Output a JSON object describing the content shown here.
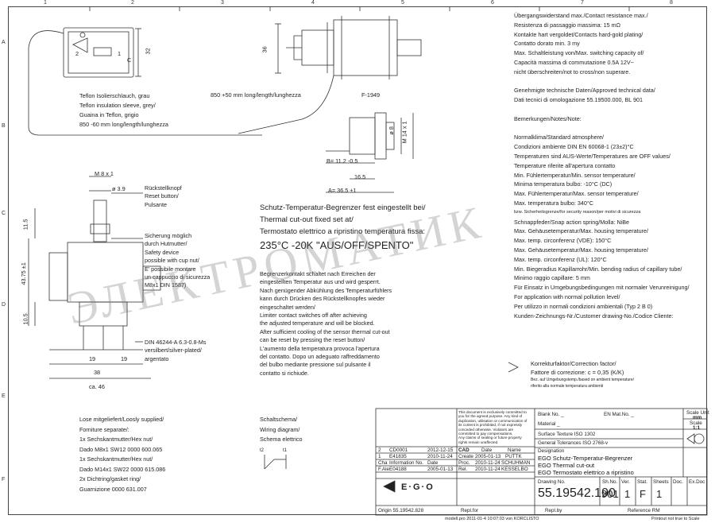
{
  "grid": {
    "columns": [
      "1",
      "2",
      "3",
      "4",
      "5",
      "6",
      "7",
      "8"
    ],
    "rows": [
      "A",
      "B",
      "C",
      "D",
      "E",
      "F"
    ]
  },
  "left_top": {
    "sleeve_de": "Teflon Isolierschlauch, grau",
    "sleeve_en": "Teflon insulation sleeve, grey/",
    "sleeve_it": "Guaina in Teflon, grigio",
    "sleeve_len": "850 -60 mm long/length/lunghezza",
    "dim_32": "32",
    "label_2": "2",
    "label_1": "1",
    "label_c": "C"
  },
  "center_top": {
    "cap_len": "850 +50  mm long/length/lunghezza",
    "part_ref": "F-1949",
    "dim_36": "36",
    "dim_b": "B= 11.2 -0.5",
    "dim_165": "16.5",
    "dim_a": "A= 36.5 ±1",
    "dim_8": "ø 8",
    "dim_m14": "M 14 x 1"
  },
  "left_mid": {
    "m8": "M 8 x 1",
    "d39": "ø 3.9",
    "dim_115": "11.5",
    "dim_4375": "43.75 ±1",
    "dim_105": "10.5",
    "dim_19a": "19",
    "dim_19b": "19",
    "dim_38": "38",
    "dim_46": "ca. 46",
    "reset": [
      "Rückstellknopf",
      "Reset button/",
      "Pulsante"
    ],
    "cap": [
      "Sicherung möglich",
      "durch Hutmutter/",
      "Safety device",
      "possible with cup nut/",
      "E' possibile montare",
      "un cappuccio di sicurezza",
      "M8x1 DIN 1587)"
    ],
    "term": [
      "DIN 46244-A 6.3-0.8-Ms",
      "versilbert/silver-plated/",
      "argentato"
    ]
  },
  "title_block_text": {
    "line1": "Schutz-Temperatur-Begrenzer fest eingestellt bei/",
    "line2": "Thermal cut-out fixed set at/",
    "line3": "Termostato elettrico a ripristino temperatura fissa:",
    "setting": "235°C -20K \"AUS/OFF/SPENTO\"",
    "desc": [
      "Begrenzerkontakt schaltet nach Erreichen der",
      "eingestellten Temperatur aus und wird gesperrt.",
      "Nach genügender Abkühlung des Temperaturfühlers",
      "kann durch Drücken des Rückstellknopfes wieder",
      "eingeschaltet werden/",
      "Limiter contact switches off after achieving",
      "the adjusted temperature and will be blocked.",
      "After sufficient cooling of the sensor thermal cut-out",
      "can be reset by pressing the reset button/",
      "L'aumento della temperatura provoca l'apertura",
      "del contatto. Dopo un adeguato raffreddamento",
      "del bulbo mediante pressione sul pulsante il",
      "contatto si richiude."
    ]
  },
  "specs": [
    "Übergangswiderstand max./Contact resistance max./",
    "Resistenza di passaggio massima: 15 mΩ",
    "Kontakte hart vergoldet/Contacts hard-gold plating/",
    "Contatto dorato min. 3 my",
    "Max. Schaltleistung von/Max. switching capacity of/",
    "Capacità massima di commutazione 0.5A 12V~",
    "nicht überschreiten/not to cross/non superare.",
    "",
    "Genehmigte technische Daten/Approved technical data/",
    "Dati tecnici di omologazione 55.19500.000, BL 901",
    "",
    "Bemerkungen/Notes/Note:",
    "",
    "Normalklima/Standard atmosphere/",
    "Condizioni ambiente DIN EN 60068-1 (23±2)°C",
    "Temperaturen sind AUS-Werte/Temperatures are OFF values/",
    "Temperature riferite all'apertura contatto",
    "Min. Fühlertemperatur/Min. sensor temperature/",
    "Minima temperatura bulbo:  -10°C (DC)",
    "Max. Fühlertemperatur/Max. sensor temperature/",
    "Max. temperatura bulbo:  340°C",
    "bzw. Sicherheitsgrenze/for security reason/per motivi di sicurezza",
    "Schnappfeder/Snap action spring/Molla: NiBe",
    "Max. Gehäusetemperatur/Max. housing temperature/",
    "Max. temp. circonferenz (VDE): 150°C",
    "Max. Gehäusetemperatur/Max. housing temperature/",
    "Max. temp. circonferenz (UL):  120°C",
    "Min. Biegeradius Kapillarrohr/Min. bending radius of capillary tube/",
    "Minimo raggio capillare: 5 mm",
    "Für Einsatz in Umgebungsbedingungen mit normaler Verunreinigung/",
    "For application with normal pollution level/",
    "Per utilizzo in normali condizioni ambientali (Typ 2 B 0)",
    "Kunden-Zeichnungs-Nr./Customer drawing-No./Codice Cliente:"
  ],
  "correction": {
    "de": "Korrekturfaktor/Correction factor/",
    "it": "Fattore di correzione: c = 0,35 (K/K)",
    "note1": "Bez. auf Umgebungstemp./based on ambient temperature/",
    "note2": "riferito alla normale temperatura ambienti"
  },
  "loose": [
    "Lose mitgeliefert/Loosly supplied/",
    "Forniture separate/:",
    "1x Sechskantmutter/Hex nut/",
    "Dado M8x1 SW12 0000 600.065",
    "1x Sechskantmutter/Hex nut/",
    "Dado M14x1 SW22 0000 615.086",
    "2x Dichtring/gasket ring/",
    "Guarnizione 0000 631.007"
  ],
  "wiring": [
    "Schaltschema/",
    "Wiring diagram/",
    "Schema elettrico"
  ],
  "wiring_labels": {
    "t2": "t2",
    "t1": "t1"
  },
  "watermark": "ЭЛЕКТРОМАТИК",
  "title_block": {
    "copyright": [
      "This document is exclusively committed to",
      "you for the agreed purpose. Any kind of",
      "duplication, utilisation or communication of",
      "its content is prohibited, if not expressly",
      "conceded otherwise. Violators are",
      "committed to pay compensations.",
      "Any claims of sealing or future property",
      "rights remain unaffected."
    ],
    "blank_no": "Blank No. _",
    "en_mat": "EN Mat.No. _",
    "material": "Material _",
    "surface": "Surface Texture ISO 1302",
    "tolerances": "General Tolerances   ISO 2768-v",
    "designation": "Designation",
    "d1": "EGO Schutz-Temperatur-Begrenzer",
    "d2": "EGO Thermal cut-out",
    "d3": "EGO Termostato elettrico a ripristino",
    "rev_rows": [
      [
        "2",
        "CD0001",
        "2012-12-15",
        "CAD",
        "Date",
        "Name"
      ],
      [
        "1",
        "E41835",
        "2010-11-24",
        "Create",
        "2005-01-13",
        "PUTTK"
      ],
      [
        "Cha",
        "Information No.",
        "Date",
        "Proc.",
        "2010-11-24",
        "SCHUHMAN"
      ],
      [
        "F.Ale",
        "E04188",
        "2005-01-13",
        "Rel.",
        "2010-11-24",
        "KESSELBO"
      ]
    ],
    "logo": "E·G·O",
    "drawing_no_label": "Drawing No.",
    "drawing_no": "55.19542.190",
    "sh_no_label": "Sh.No.",
    "sh_no": "901",
    "ver_label": "Ver.",
    "ver": "1",
    "stat_label": "Stat.",
    "stat": "F",
    "sheets_label": "Sheets",
    "sheets": "1",
    "doc_label": "Doc.",
    "exdoc_label": "Ex.Doc",
    "scale_unit_label": "Scale Unit",
    "scale_unit": "mm",
    "scale_label": "Scale",
    "scale": "1:1",
    "origin": "Origin 55.19542.828",
    "repl_for": "Repl.for",
    "repl_by": "Repl.by",
    "reference": "Reference RM"
  },
  "footer": {
    "model": "modell.pro   2011-01-4   10:07:03   von KORCLISTO",
    "printout": "Printout not true to Scale"
  }
}
